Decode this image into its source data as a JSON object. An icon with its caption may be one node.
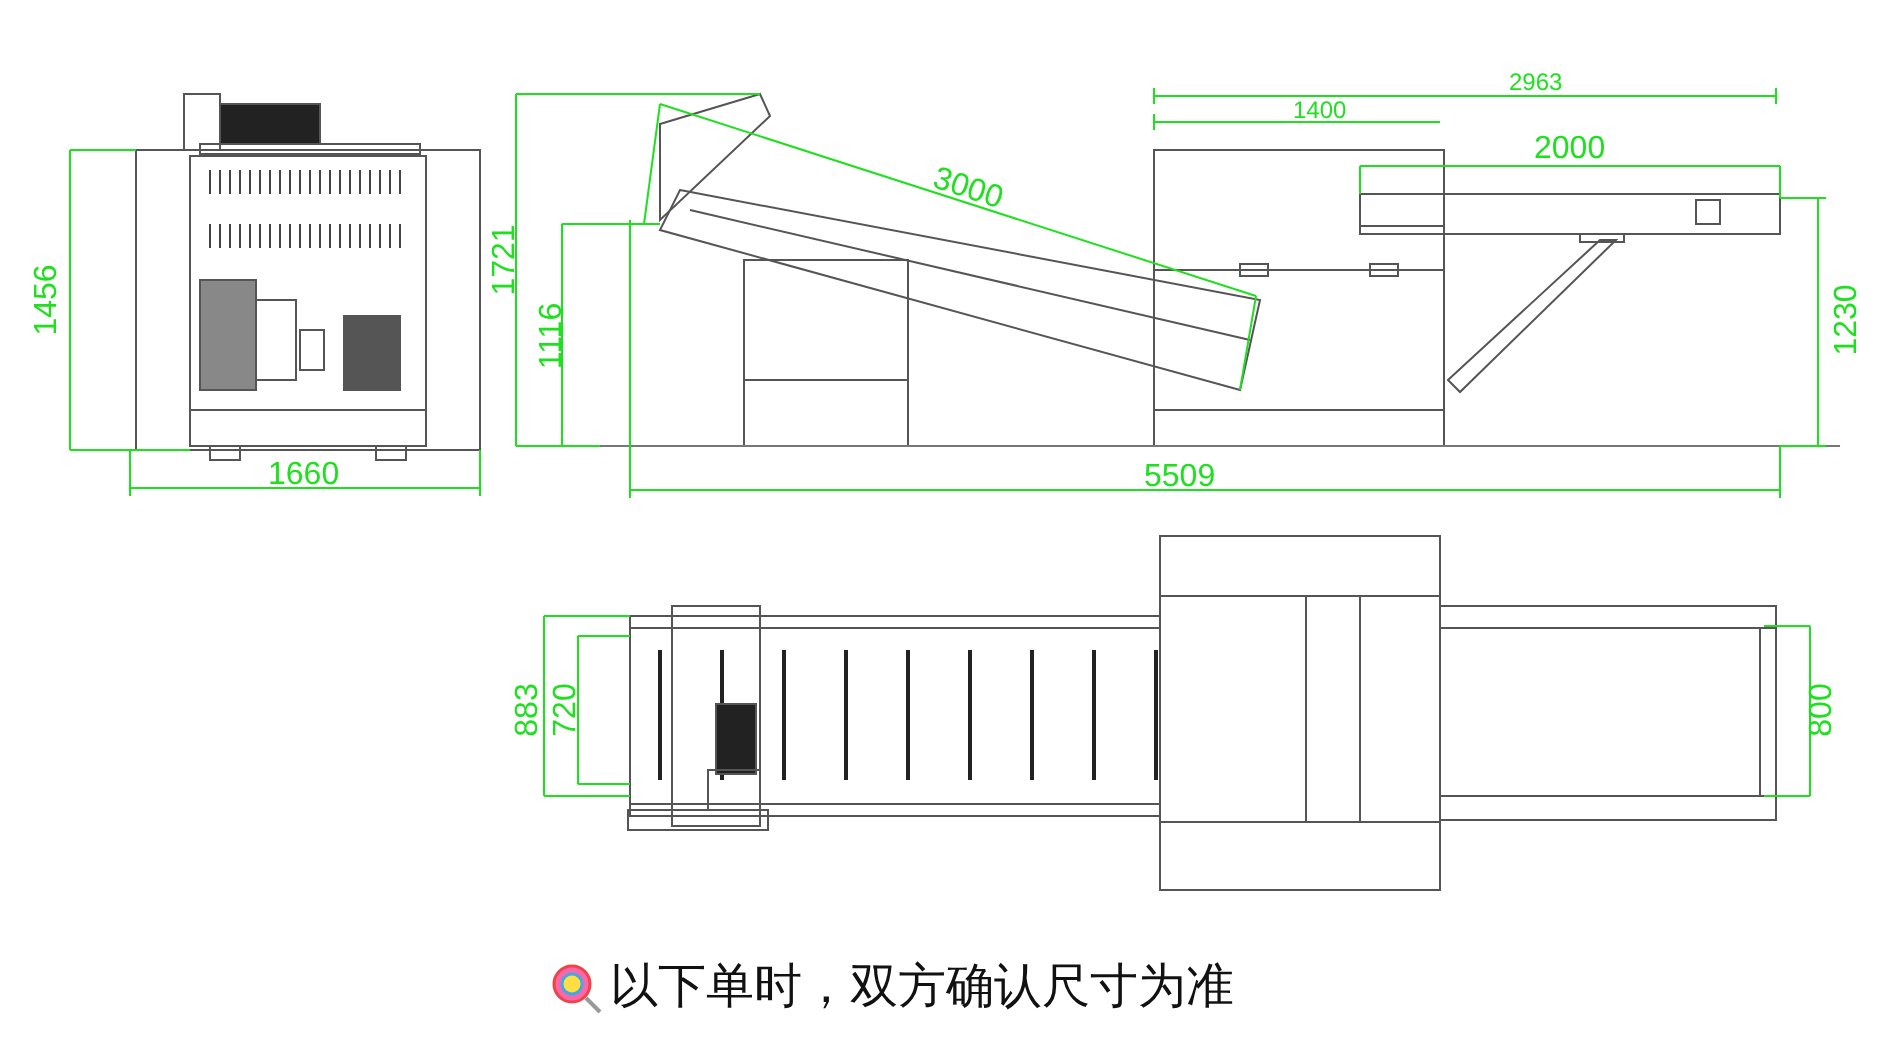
{
  "diagram": {
    "caption": "以下单时，双方确认尺寸为准",
    "labels": [
      "2963",
      "1400",
      "2000",
      "3000",
      "1456",
      "1721",
      "1116",
      "1230",
      "1660",
      "5509",
      "883",
      "720",
      "800"
    ]
  }
}
